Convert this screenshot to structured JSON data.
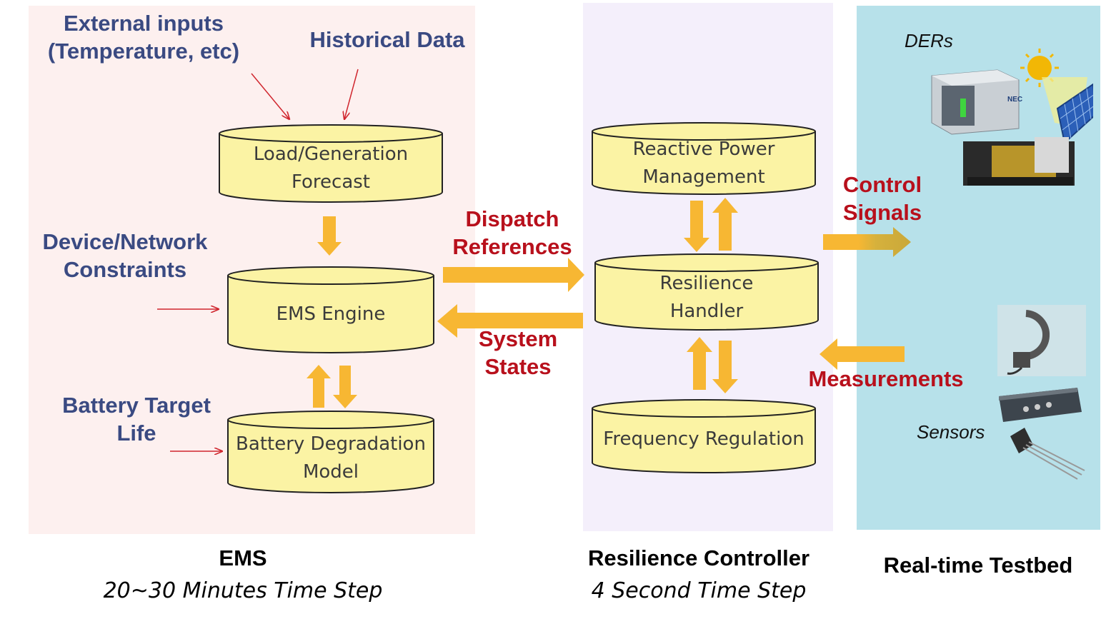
{
  "panels": {
    "ems": {
      "title": "EMS",
      "subtitle": "20~30 Minutes Time Step",
      "inputs": {
        "external": "External inputs\n(Temperature, etc)",
        "historical": "Historical Data",
        "constraints": "Device/Network\nConstraints",
        "battery_target": "Battery Target\nLife"
      },
      "blocks": {
        "forecast": "Load/Generation\nForecast",
        "engine": "EMS Engine",
        "battery": "Battery Degradation\nModel"
      }
    },
    "resilience": {
      "title": "Resilience Controller",
      "subtitle": "4 Second Time Step",
      "blocks": {
        "reactive": "Reactive Power\nManagement",
        "handler": "Resilience\nHandler",
        "frequency": "Frequency Regulation"
      }
    },
    "testbed": {
      "title": "Real-time Testbed",
      "ders_label": "DERs",
      "sensors_label": "Sensors",
      "nec_logo": "NEC"
    }
  },
  "flows": {
    "dispatch": "Dispatch\nReferences",
    "states": "System\nStates",
    "control": "Control\nSignals",
    "measurements": "Measurements"
  },
  "colors": {
    "ems_bg": "#fdf0ef",
    "resilience_bg": "#f4effb",
    "testbed_bg": "#b7e1ea",
    "cylinder_fill": "#fbf3a4",
    "arrow_orange": "#f7b733",
    "input_arrow": "#d0262e",
    "input_text": "#3a4a82",
    "flow_text": "#b8101c"
  }
}
